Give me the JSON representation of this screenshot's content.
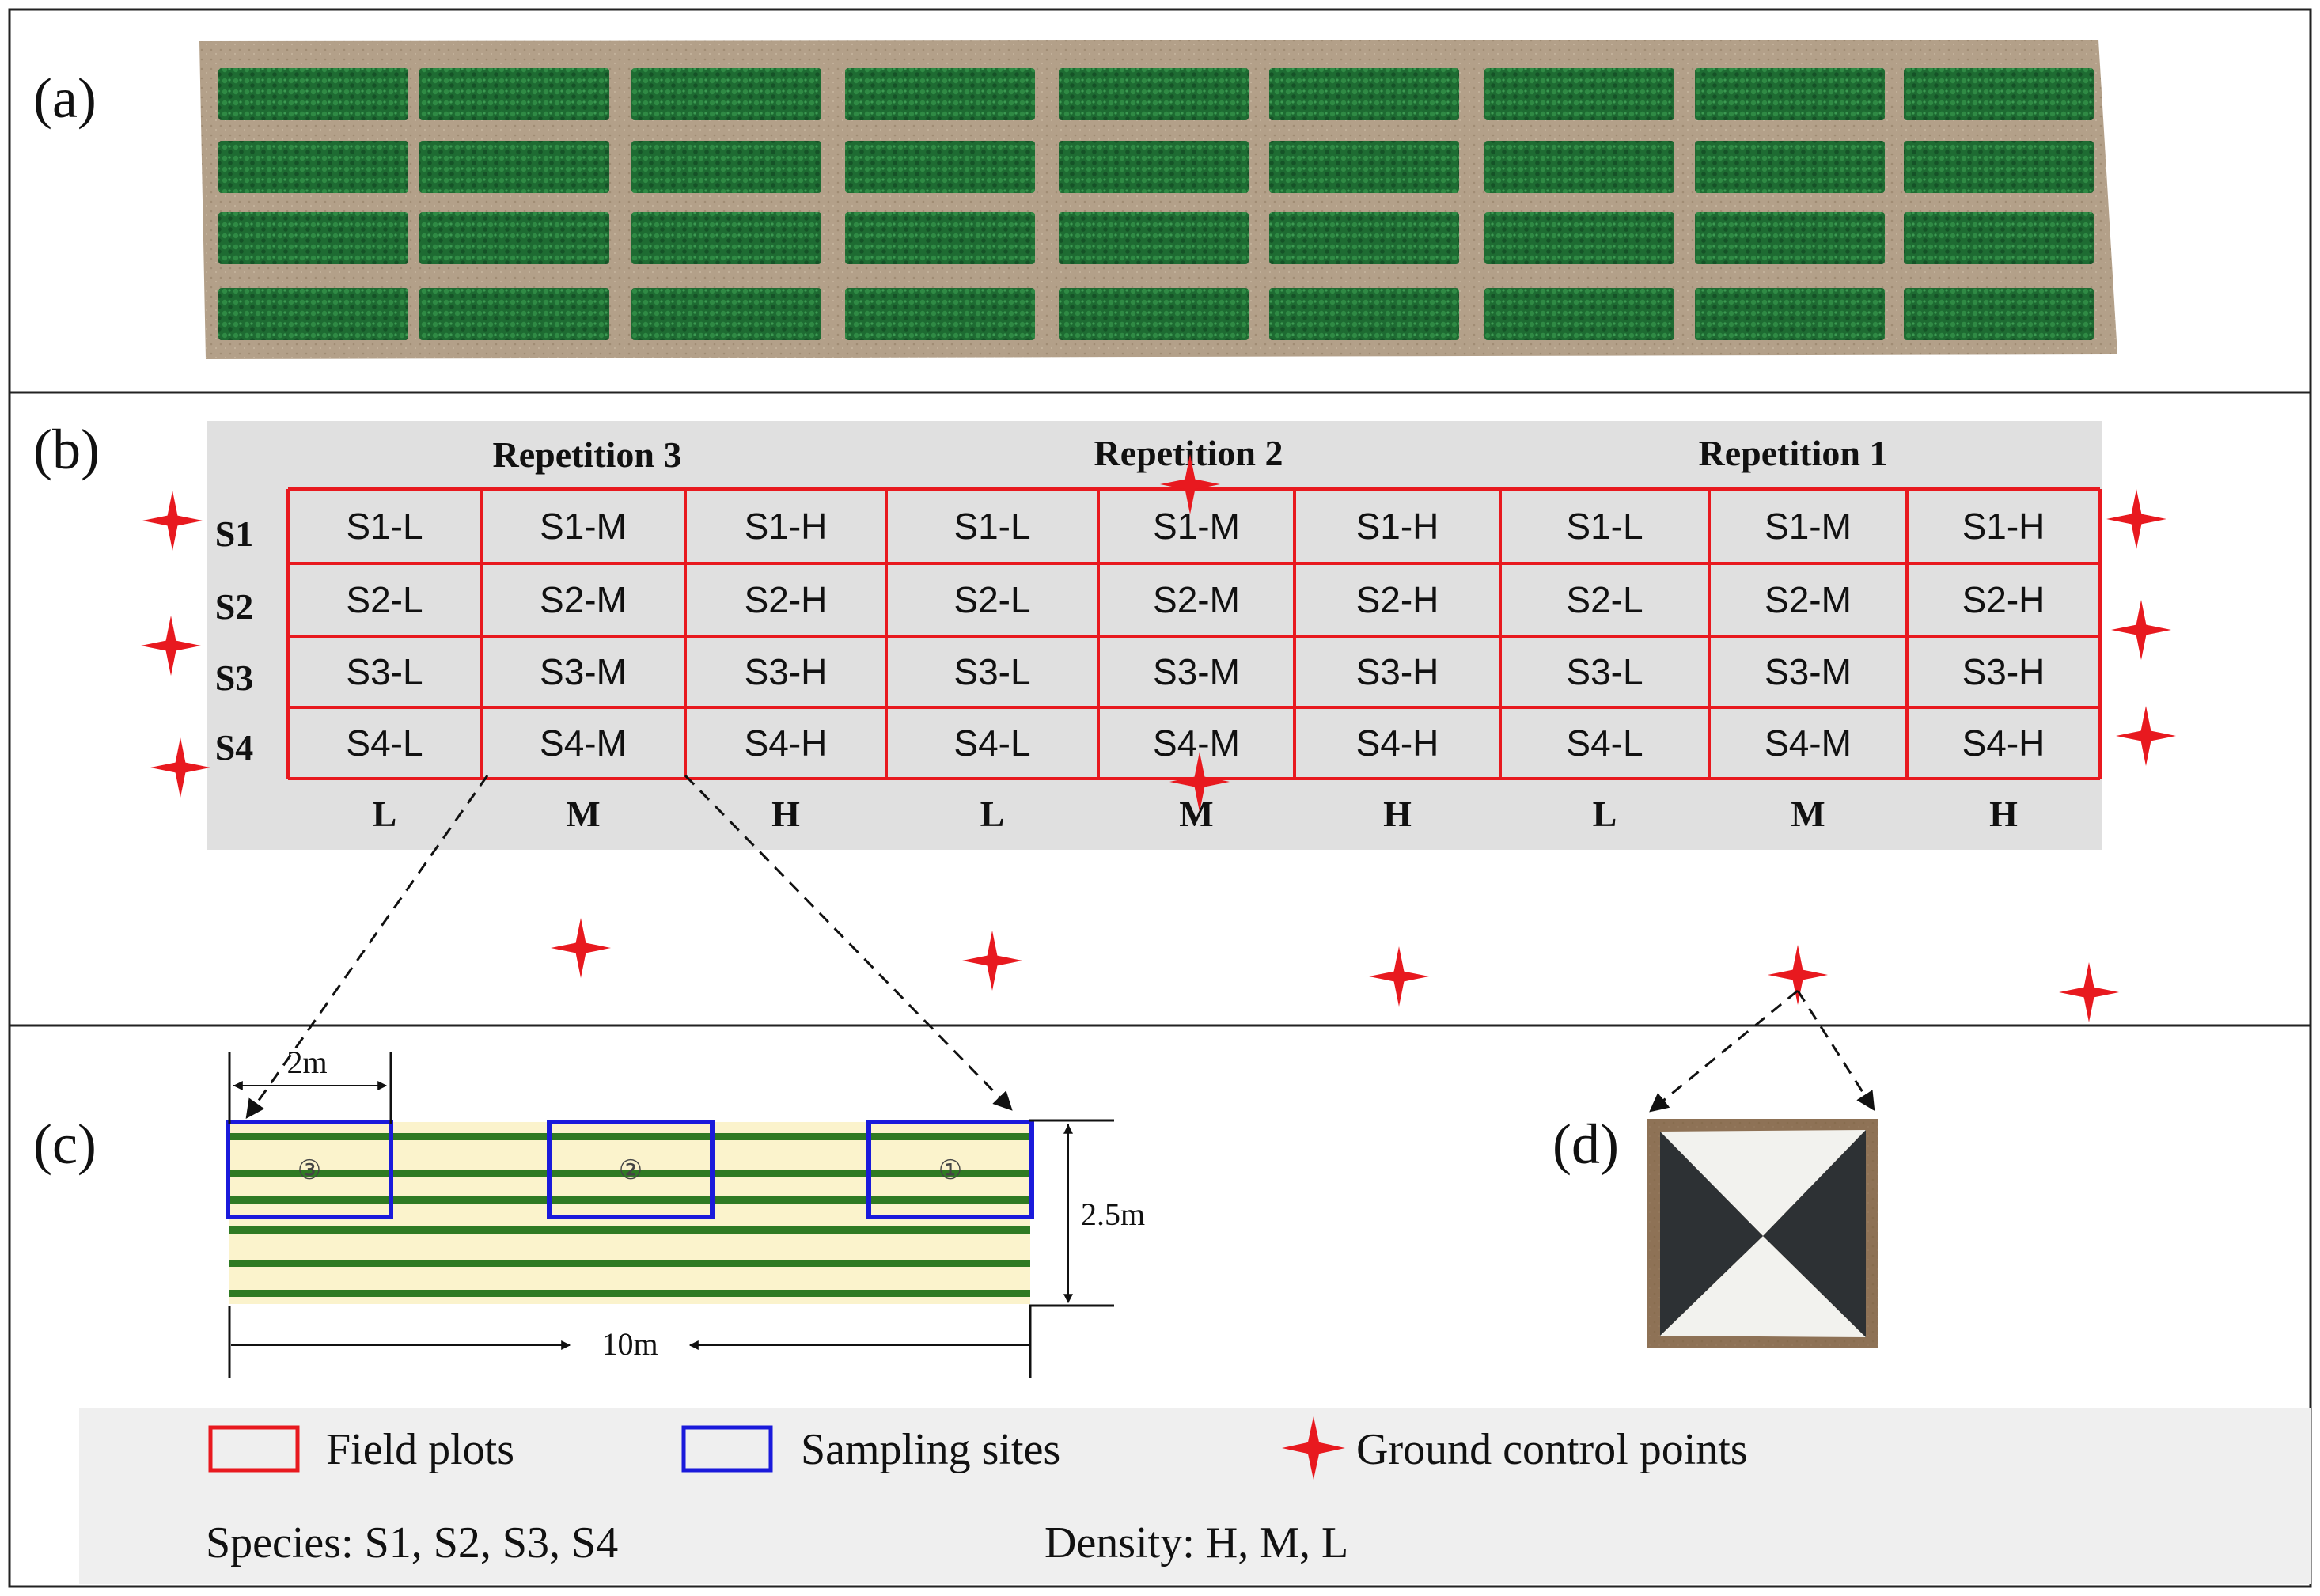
{
  "panels": {
    "a": "(a)",
    "b": "(b)",
    "c": "(c)",
    "d": "(d)"
  },
  "repetitions": [
    "Repetition 3",
    "Repetition 2",
    "Repetition 1"
  ],
  "species_rows": [
    "S1",
    "S2",
    "S3",
    "S4"
  ],
  "density_cols": [
    "L",
    "M",
    "H",
    "L",
    "M",
    "H",
    "L",
    "M",
    "H"
  ],
  "plot_cells": [
    [
      "S1-L",
      "S1-M",
      "S1-H",
      "S1-L",
      "S1-M",
      "S1-H",
      "S1-L",
      "S1-M",
      "S1-H"
    ],
    [
      "S2-L",
      "S2-M",
      "S2-H",
      "S2-L",
      "S2-M",
      "S2-H",
      "S2-L",
      "S2-M",
      "S2-H"
    ],
    [
      "S3-L",
      "S3-M",
      "S3-H",
      "S3-L",
      "S3-M",
      "S3-H",
      "S3-L",
      "S3-M",
      "S3-H"
    ],
    [
      "S4-L",
      "S4-M",
      "S4-H",
      "S4-L",
      "S4-M",
      "S4-H",
      "S4-L",
      "S4-M",
      "S4-H"
    ]
  ],
  "plot_detail": {
    "width_label": "2m",
    "height_label": "2.5m",
    "length_label": "10m",
    "sites": [
      "③",
      "②",
      "①"
    ]
  },
  "legend": {
    "field_plots": "Field plots",
    "sampling_sites": "Sampling sites",
    "gcp": "Ground control points",
    "species": "Species: S1, S2, S3, S4",
    "density": "Density: H, M, L"
  },
  "colors": {
    "plot_border": "#e8191f",
    "sampling_border": "#1a1adb",
    "gcp": "#e8191f",
    "crop_green": "#1e6b32",
    "soil": "#b3a089",
    "plot_fill": "#fbf3cc",
    "row_green": "#2f7a23",
    "grid_bg": "#e0e0e0",
    "legend_bg": "#efefef"
  }
}
